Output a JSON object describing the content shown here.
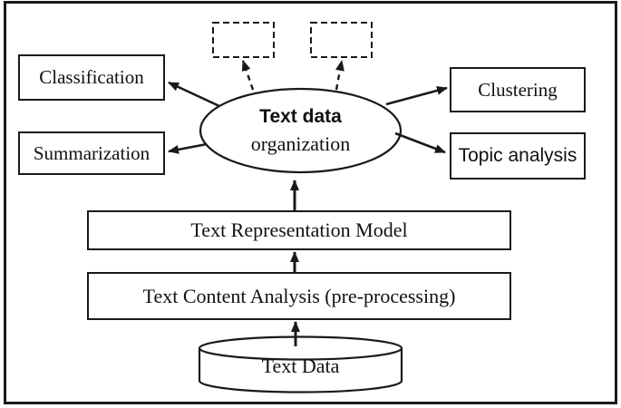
{
  "figure": {
    "center_ellipse": {
      "line1": "Text data",
      "line2": "organization"
    },
    "outputs": {
      "classification": "Classification",
      "summarization": "Summarization",
      "clustering": "Clustering",
      "topic_analysis": "Topic analysis"
    },
    "pipeline": {
      "representation_model": "Text Representation Model",
      "content_analysis": "Text Content Analysis (pre-processing)",
      "data_store": "Text Data"
    },
    "placeholder_boxes": [
      "",
      ""
    ],
    "colors": {
      "stroke": "#1a1a1a",
      "background": "#ffffff"
    }
  }
}
